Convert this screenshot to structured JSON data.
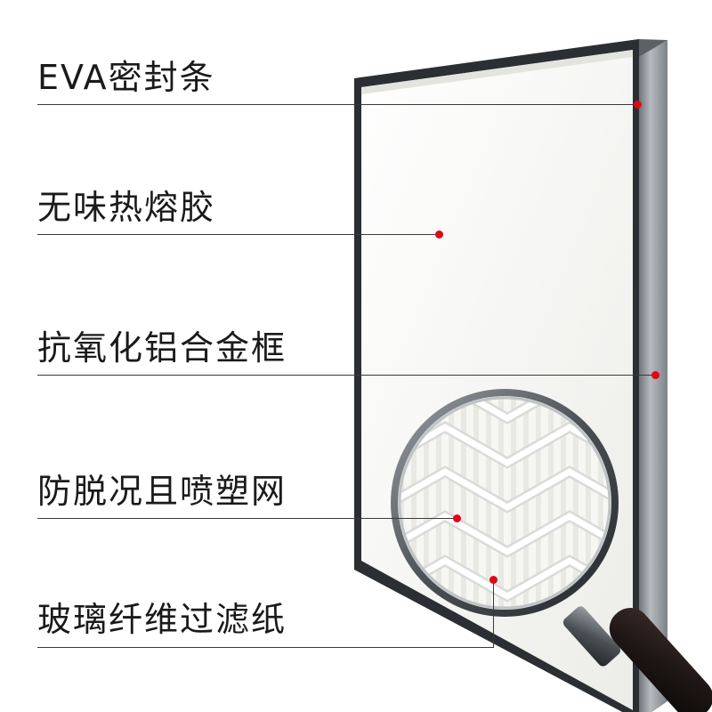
{
  "callouts": [
    {
      "label": "EVA密封条"
    },
    {
      "label": "无味热熔胶"
    },
    {
      "label": "抗氧化铝合金框"
    },
    {
      "label": "防脱况且喷塑网"
    },
    {
      "label": "玻璃纤维过滤纸"
    }
  ],
  "colors": {
    "marker": "#e2061b",
    "frame_outer": "#2b2f33",
    "frame_side": "#8e9499",
    "filter_paper": "#f7f7f4"
  },
  "icons": {
    "magnifier": "magnifying-glass-icon"
  }
}
